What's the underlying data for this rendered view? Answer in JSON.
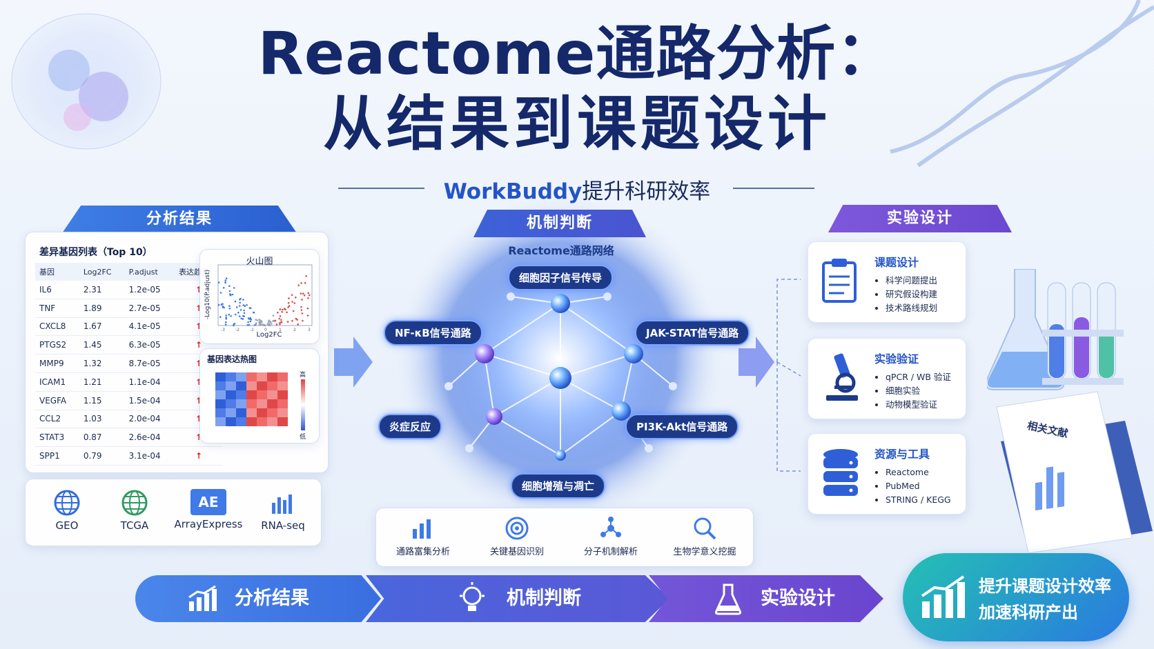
{
  "title": {
    "line1": "Reactome通路分析：",
    "line2": "从结果到课题设计"
  },
  "subtitle": {
    "brand": "WorkBuddy",
    "rest": "提升科研效率"
  },
  "sections": {
    "analysis": "分析结果",
    "mechanism": "机制判断",
    "design": "实验设计"
  },
  "deg_table": {
    "title": "差异基因列表（Top 10）",
    "headers": [
      "基因",
      "Log2FC",
      "P.adjust",
      "表达趋势"
    ],
    "rows": [
      [
        "IL6",
        "2.31",
        "1.2e-05",
        "↑"
      ],
      [
        "TNF",
        "1.89",
        "2.7e-05",
        "↑"
      ],
      [
        "CXCL8",
        "1.67",
        "4.1e-05",
        "↑"
      ],
      [
        "PTGS2",
        "1.45",
        "6.3e-05",
        "↑"
      ],
      [
        "MMP9",
        "1.32",
        "8.7e-05",
        "↑"
      ],
      [
        "ICAM1",
        "1.21",
        "1.1e-04",
        "↑"
      ],
      [
        "VEGFA",
        "1.15",
        "1.5e-04",
        "↑"
      ],
      [
        "CCL2",
        "1.03",
        "2.0e-04",
        "↑"
      ],
      [
        "STAT3",
        "0.87",
        "2.6e-04",
        "↑"
      ],
      [
        "SPP1",
        "0.79",
        "3.1e-04",
        "↑"
      ]
    ]
  },
  "volcano": {
    "title": "火山图",
    "xlabel": "Log2FC",
    "ylabel": "-Log10(P.adjust)",
    "xticks": [
      "-3",
      "-2",
      "-1",
      "0",
      "1",
      "2",
      "3"
    ]
  },
  "heatmap": {
    "title": "基因表达热图",
    "high": "高",
    "low": "低"
  },
  "databases": [
    {
      "label": "GEO",
      "icon": "globe-icon"
    },
    {
      "label": "TCGA",
      "icon": "globe-green-icon"
    },
    {
      "label": "ArrayExpress",
      "icon": "ae-badge-icon",
      "badge": "AE"
    },
    {
      "label": "RNA-seq",
      "icon": "bars-icon"
    }
  ],
  "network": {
    "title": "Reactome通路网络",
    "nodes": {
      "top": "细胞因子信号传导",
      "left_upper": "NF-κB信号通路",
      "right_upper": "JAK-STAT信号通路",
      "left_lower": "炎症反应",
      "right_lower": "PI3K-Akt信号通路",
      "bottom": "细胞增殖与凋亡"
    }
  },
  "tools": [
    {
      "label": "通路富集分析",
      "icon": "bar-chart-icon"
    },
    {
      "label": "关键基因识别",
      "icon": "target-icon"
    },
    {
      "label": "分子机制解析",
      "icon": "molecule-icon"
    },
    {
      "label": "生物学意义挖掘",
      "icon": "magnifier-icon"
    }
  ],
  "design_cards": [
    {
      "title": "课题设计",
      "icon": "clipboard-icon",
      "items": [
        "科学问题提出",
        "研究假设构建",
        "技术路线规划"
      ]
    },
    {
      "title": "实验验证",
      "icon": "microscope-icon",
      "items": [
        "qPCR / WB 验证",
        "细胞实验",
        "动物模型验证"
      ]
    },
    {
      "title": "资源与工具",
      "icon": "database-icon",
      "items": [
        "Reactome",
        "PubMed",
        "STRING / KEGG"
      ]
    }
  ],
  "literature": "相关文献",
  "flow": [
    {
      "label": "分析结果",
      "icon": "growth-chart-icon"
    },
    {
      "label": "机制判断",
      "icon": "lightbulb-icon"
    },
    {
      "label": "实验设计",
      "icon": "flask-icon"
    }
  ],
  "badge": {
    "line1": "提升课题设计效率",
    "line2": "加速科研产出"
  },
  "colors": {
    "navy": "#14286a",
    "blue": "#2454c6",
    "purple": "#7a4fd6",
    "teal": "#1fb3a8",
    "up_red": "#e02020"
  }
}
